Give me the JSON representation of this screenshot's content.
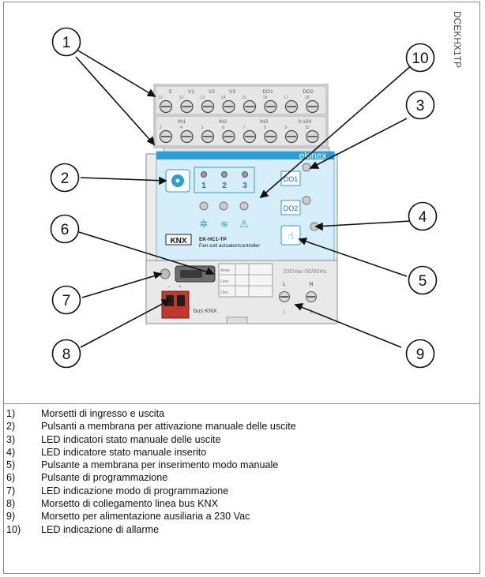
{
  "doc_code": "DCEKHX1TP",
  "device": {
    "brand": "ekinex",
    "knx_logo": "KNX",
    "model": "EK-HC1-TP",
    "description": "Fan-coil actuator/controller",
    "top_terminal_labels": [
      "C",
      "V1",
      "V2",
      "V3",
      "DO1",
      "DO2"
    ],
    "top_terminal_numbers": [
      "11",
      "12",
      "13",
      "14",
      "15",
      "16",
      "17",
      "18"
    ],
    "bottom_terminal_labels": [
      "IN1",
      "IN2",
      "IN3",
      "0-10V"
    ],
    "bottom_terminal_numbers": [
      "3",
      "4",
      "5",
      "6",
      "7",
      "8",
      "9",
      "10"
    ],
    "led_numbers": [
      "1",
      "2",
      "3"
    ],
    "do1_label": "DO1",
    "do2_label": "DO2",
    "supply_label": "230Vac-50/60Hz",
    "label_rows": [
      "Area",
      "Line",
      "Dev."
    ],
    "bus_label": "bus KNX",
    "bus_pol_minus": "–",
    "bus_pol_plus": "+",
    "terminal_l": "L",
    "terminal_n": "N",
    "terminal_l_num": "1",
    "terminal_n_num": "2"
  },
  "callouts": [
    "1",
    "2",
    "3",
    "4",
    "5",
    "6",
    "7",
    "8",
    "9",
    "10"
  ],
  "legend": [
    {
      "num": "1)",
      "text": "Morsetti di ingresso e uscita"
    },
    {
      "num": "2)",
      "text": "Pulsanti a membrana per attivazione manuale delle uscite"
    },
    {
      "num": "3)",
      "text": "LED indicatori stato manuale delle uscite"
    },
    {
      "num": "4)",
      "text": "LED indicatore stato manuale inserito"
    },
    {
      "num": "5)",
      "text": "Pulsante a membrana per inserimento modo manuale"
    },
    {
      "num": "6)",
      "text": "Pulsante di programmazione"
    },
    {
      "num": "7)",
      "text": "LED indicazione modo di programmazione"
    },
    {
      "num": "8)",
      "text": "Morsetto di collegamento linea bus KNX"
    },
    {
      "num": "9)",
      "text": "Morsetto per alimentazione ausiliaria a 230 Vac"
    },
    {
      "num": "10)",
      "text": "LED indicazione di allarme"
    }
  ],
  "colors": {
    "panel_blue": "#d6eef9",
    "brand_blue": "#2a9fd6",
    "text_blue": "#1f6fb5",
    "housing": "#e9e9e9",
    "terminal": "#d9d9d9",
    "connector_red": "#c0392b"
  }
}
